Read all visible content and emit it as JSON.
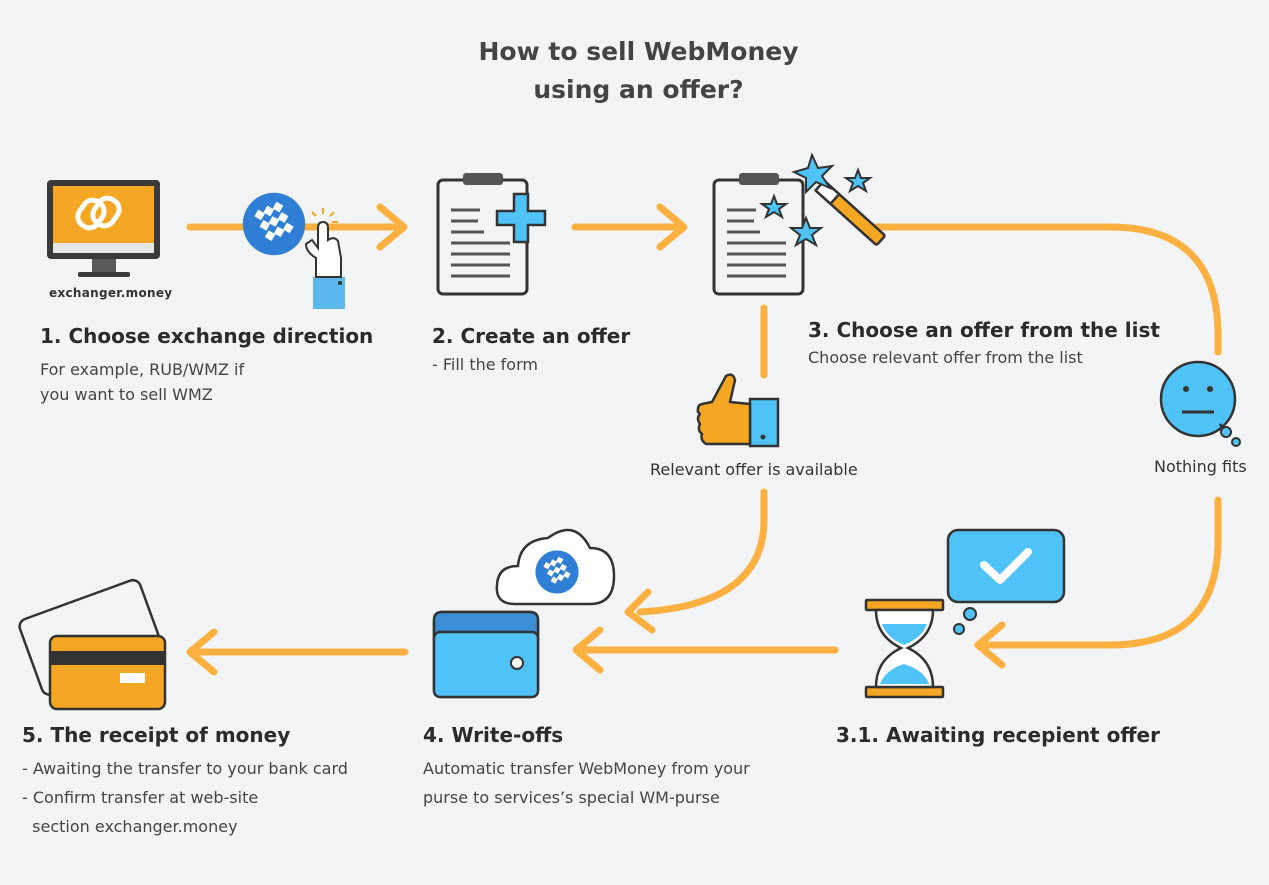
{
  "title": {
    "line1": "How to sell WebMoney",
    "line2": "using an offer?"
  },
  "logo_text": "exchanger.money",
  "steps": {
    "s1": {
      "title": "1. Choose exchange direction",
      "desc": [
        "For example, RUB/WMZ if",
        "you want to sell WMZ"
      ]
    },
    "s2": {
      "title": "2. Create an offer",
      "desc": [
        "- Fill the form"
      ]
    },
    "s3": {
      "title": "3.  Choose an offer from the list",
      "desc": [
        "Choose relevant offer from the list"
      ]
    },
    "s31": {
      "title": "3.1.  Awaiting recepient offer"
    },
    "s4": {
      "title": "4. Write-offs",
      "desc": [
        "Automatic transfer WebMoney from your",
        "purse to services’s special WM-purse"
      ]
    },
    "s5": {
      "title": "5. The receipt of money",
      "desc": [
        "- Awaiting the transfer to your bank card",
        "- Confirm transfer at web-site",
        "  section exchanger.money"
      ]
    }
  },
  "labels": {
    "relevant": "Relevant offer is available",
    "nothing": "Nothing fits"
  },
  "colors": {
    "arrow": "#fbb040",
    "blue": "#4fc3f7",
    "webmoney_blue": "#2f7fd6",
    "orange": "#f5a623",
    "outline": "#333333",
    "paper": "#f4f4f4"
  },
  "icons": {
    "monitor": "monitor-icon",
    "webmoney_click": "webmoney-click-icon",
    "create_offer": "clipboard-plus-icon",
    "choose_offer": "clipboard-magic-wand-icon",
    "thumbs_up": "thumbs-up-icon",
    "face": "neutral-face-icon",
    "hourglass": "hourglass-icon",
    "checkmark_bubble": "checkmark-bubble-icon",
    "cloud": "cloud-webmoney-icon",
    "wallet": "wallet-icon",
    "bank_card": "bank-card-icon"
  }
}
